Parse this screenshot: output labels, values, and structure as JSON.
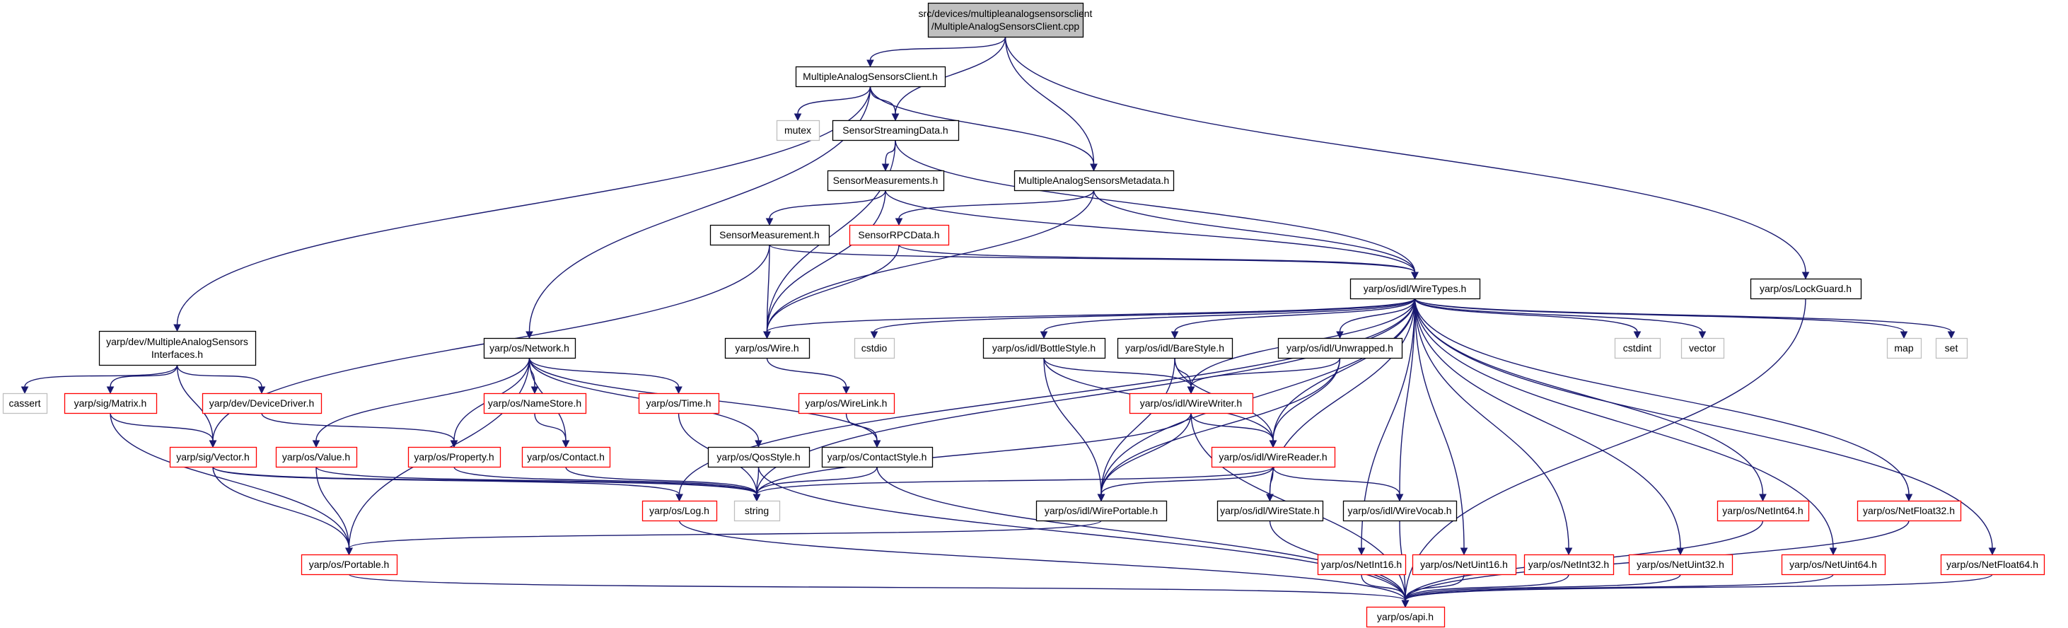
{
  "graph": {
    "nodes": {
      "root": {
        "lines": [
          "src/devices/multipleanalogsensorsclient",
          "/MultipleAnalogSensorsClient.cpp"
        ],
        "style": "root"
      },
      "masc_h": {
        "lines": [
          "MultipleAnalogSensorsClient.h"
        ],
        "style": "black"
      },
      "mutex": {
        "lines": [
          "mutex"
        ],
        "style": "gray"
      },
      "ssd_h": {
        "lines": [
          "SensorStreamingData.h"
        ],
        "style": "black"
      },
      "sms_h": {
        "lines": [
          "SensorMeasurements.h"
        ],
        "style": "black"
      },
      "masm_h": {
        "lines": [
          "MultipleAnalogSensorsMetadata.h"
        ],
        "style": "black"
      },
      "sm_h": {
        "lines": [
          "SensorMeasurement.h"
        ],
        "style": "black"
      },
      "srpc_h": {
        "lines": [
          "SensorRPCData.h"
        ],
        "style": "red"
      },
      "wiretypes_h": {
        "lines": [
          "yarp/os/idl/WireTypes.h"
        ],
        "style": "black"
      },
      "lockguard_h": {
        "lines": [
          "yarp/os/LockGuard.h"
        ],
        "style": "black"
      },
      "masi_h": {
        "lines": [
          "yarp/dev/MultipleAnalogSensors",
          "Interfaces.h"
        ],
        "style": "black"
      },
      "network_h": {
        "lines": [
          "yarp/os/Network.h"
        ],
        "style": "black"
      },
      "wire_h": {
        "lines": [
          "yarp/os/Wire.h"
        ],
        "style": "black"
      },
      "cstdio": {
        "lines": [
          "cstdio"
        ],
        "style": "gray"
      },
      "bottlestyle_h": {
        "lines": [
          "yarp/os/idl/BottleStyle.h"
        ],
        "style": "black"
      },
      "barestyle_h": {
        "lines": [
          "yarp/os/idl/BareStyle.h"
        ],
        "style": "black"
      },
      "unwrapped_h": {
        "lines": [
          "yarp/os/idl/Unwrapped.h"
        ],
        "style": "black"
      },
      "cstdint": {
        "lines": [
          "cstdint"
        ],
        "style": "gray"
      },
      "vector": {
        "lines": [
          "vector"
        ],
        "style": "gray"
      },
      "map": {
        "lines": [
          "map"
        ],
        "style": "gray"
      },
      "set": {
        "lines": [
          "set"
        ],
        "style": "gray"
      },
      "cassert": {
        "lines": [
          "cassert"
        ],
        "style": "gray"
      },
      "matrix_h": {
        "lines": [
          "yarp/sig/Matrix.h"
        ],
        "style": "red"
      },
      "devicedriver_h": {
        "lines": [
          "yarp/dev/DeviceDriver.h"
        ],
        "style": "red"
      },
      "namestore_h": {
        "lines": [
          "yarp/os/NameStore.h"
        ],
        "style": "red"
      },
      "time_h": {
        "lines": [
          "yarp/os/Time.h"
        ],
        "style": "red"
      },
      "wirelink_h": {
        "lines": [
          "yarp/os/WireLink.h"
        ],
        "style": "red"
      },
      "wirewriter_h": {
        "lines": [
          "yarp/os/idl/WireWriter.h"
        ],
        "style": "red"
      },
      "sigvector_h": {
        "lines": [
          "yarp/sig/Vector.h"
        ],
        "style": "red"
      },
      "value_h": {
        "lines": [
          "yarp/os/Value.h"
        ],
        "style": "red"
      },
      "property_h": {
        "lines": [
          "yarp/os/Property.h"
        ],
        "style": "red"
      },
      "contact_h": {
        "lines": [
          "yarp/os/Contact.h"
        ],
        "style": "red"
      },
      "qosstyle_h": {
        "lines": [
          "yarp/os/QosStyle.h"
        ],
        "style": "black"
      },
      "contactstyle_h": {
        "lines": [
          "yarp/os/ContactStyle.h"
        ],
        "style": "black"
      },
      "wirereader_h": {
        "lines": [
          "yarp/os/idl/WireReader.h"
        ],
        "style": "red"
      },
      "log_h": {
        "lines": [
          "yarp/os/Log.h"
        ],
        "style": "red"
      },
      "string": {
        "lines": [
          "string"
        ],
        "style": "gray"
      },
      "wireportable_h": {
        "lines": [
          "yarp/os/idl/WirePortable.h"
        ],
        "style": "black"
      },
      "wirestate_h": {
        "lines": [
          "yarp/os/idl/WireState.h"
        ],
        "style": "black"
      },
      "wirevocab_h": {
        "lines": [
          "yarp/os/idl/WireVocab.h"
        ],
        "style": "black"
      },
      "netint64_h": {
        "lines": [
          "yarp/os/NetInt64.h"
        ],
        "style": "red"
      },
      "netfloat32_h": {
        "lines": [
          "yarp/os/NetFloat32.h"
        ],
        "style": "red"
      },
      "portable_h": {
        "lines": [
          "yarp/os/Portable.h"
        ],
        "style": "red"
      },
      "netint16_h": {
        "lines": [
          "yarp/os/NetInt16.h"
        ],
        "style": "red"
      },
      "netuint16_h": {
        "lines": [
          "yarp/os/NetUint16.h"
        ],
        "style": "red"
      },
      "netint32_h": {
        "lines": [
          "yarp/os/NetInt32.h"
        ],
        "style": "red"
      },
      "netuint32_h": {
        "lines": [
          "yarp/os/NetUint32.h"
        ],
        "style": "red"
      },
      "netuint64_h": {
        "lines": [
          "yarp/os/NetUint64.h"
        ],
        "style": "red"
      },
      "netfloat64_h": {
        "lines": [
          "yarp/os/NetFloat64.h"
        ],
        "style": "red"
      },
      "api_h": {
        "lines": [
          "yarp/os/api.h"
        ],
        "style": "red"
      }
    },
    "edges": [
      [
        "root",
        "masc_h"
      ],
      [
        "root",
        "ssd_h"
      ],
      [
        "root",
        "masm_h"
      ],
      [
        "root",
        "lockguard_h"
      ],
      [
        "masc_h",
        "mutex"
      ],
      [
        "masc_h",
        "ssd_h"
      ],
      [
        "masc_h",
        "masm_h"
      ],
      [
        "masc_h",
        "masi_h"
      ],
      [
        "masc_h",
        "network_h"
      ],
      [
        "ssd_h",
        "sms_h"
      ],
      [
        "ssd_h",
        "wiretypes_h"
      ],
      [
        "ssd_h",
        "wire_h"
      ],
      [
        "sms_h",
        "sm_h"
      ],
      [
        "sms_h",
        "wiretypes_h"
      ],
      [
        "sms_h",
        "wire_h"
      ],
      [
        "masm_h",
        "srpc_h"
      ],
      [
        "masm_h",
        "wiretypes_h"
      ],
      [
        "masm_h",
        "wire_h"
      ],
      [
        "sm_h",
        "wiretypes_h"
      ],
      [
        "sm_h",
        "wire_h"
      ],
      [
        "sm_h",
        "sigvector_h"
      ],
      [
        "srpc_h",
        "wiretypes_h"
      ],
      [
        "srpc_h",
        "wire_h"
      ],
      [
        "lockguard_h",
        "api_h"
      ],
      [
        "wiretypes_h",
        "wire_h"
      ],
      [
        "wiretypes_h",
        "cstdio"
      ],
      [
        "wiretypes_h",
        "bottlestyle_h"
      ],
      [
        "wiretypes_h",
        "barestyle_h"
      ],
      [
        "wiretypes_h",
        "unwrapped_h"
      ],
      [
        "wiretypes_h",
        "cstdint"
      ],
      [
        "wiretypes_h",
        "vector"
      ],
      [
        "wiretypes_h",
        "map"
      ],
      [
        "wiretypes_h",
        "set"
      ],
      [
        "wiretypes_h",
        "wirewriter_h"
      ],
      [
        "wiretypes_h",
        "wirereader_h"
      ],
      [
        "wiretypes_h",
        "wireportable_h"
      ],
      [
        "wiretypes_h",
        "wirestate_h"
      ],
      [
        "wiretypes_h",
        "wirevocab_h"
      ],
      [
        "wiretypes_h",
        "string"
      ],
      [
        "wiretypes_h",
        "log_h"
      ],
      [
        "wiretypes_h",
        "netint16_h"
      ],
      [
        "wiretypes_h",
        "netuint16_h"
      ],
      [
        "wiretypes_h",
        "netint32_h"
      ],
      [
        "wiretypes_h",
        "netuint32_h"
      ],
      [
        "wiretypes_h",
        "netint64_h"
      ],
      [
        "wiretypes_h",
        "netuint64_h"
      ],
      [
        "wiretypes_h",
        "netfloat32_h"
      ],
      [
        "wiretypes_h",
        "netfloat64_h"
      ],
      [
        "masi_h",
        "cassert"
      ],
      [
        "masi_h",
        "matrix_h"
      ],
      [
        "masi_h",
        "devicedriver_h"
      ],
      [
        "masi_h",
        "sigvector_h"
      ],
      [
        "network_h",
        "value_h"
      ],
      [
        "network_h",
        "property_h"
      ],
      [
        "network_h",
        "contact_h"
      ],
      [
        "network_h",
        "namestore_h"
      ],
      [
        "network_h",
        "time_h"
      ],
      [
        "network_h",
        "qosstyle_h"
      ],
      [
        "network_h",
        "contactstyle_h"
      ],
      [
        "network_h",
        "portable_h"
      ],
      [
        "wire_h",
        "wirelink_h"
      ],
      [
        "bottlestyle_h",
        "wirewriter_h"
      ],
      [
        "bottlestyle_h",
        "wirereader_h"
      ],
      [
        "bottlestyle_h",
        "wireportable_h"
      ],
      [
        "barestyle_h",
        "wirewriter_h"
      ],
      [
        "barestyle_h",
        "wirereader_h"
      ],
      [
        "barestyle_h",
        "wireportable_h"
      ],
      [
        "unwrapped_h",
        "wirewriter_h"
      ],
      [
        "unwrapped_h",
        "wirereader_h"
      ],
      [
        "unwrapped_h",
        "wireportable_h"
      ],
      [
        "matrix_h",
        "sigvector_h"
      ],
      [
        "matrix_h",
        "portable_h"
      ],
      [
        "devicedriver_h",
        "property_h"
      ],
      [
        "namestore_h",
        "contact_h"
      ],
      [
        "time_h",
        "string"
      ],
      [
        "wirelink_h",
        "contactstyle_h"
      ],
      [
        "wirewriter_h",
        "wirereader_h"
      ],
      [
        "wirewriter_h",
        "wireportable_h"
      ],
      [
        "wirewriter_h",
        "string"
      ],
      [
        "wirewriter_h",
        "api_h"
      ],
      [
        "sigvector_h",
        "portable_h"
      ],
      [
        "sigvector_h",
        "log_h"
      ],
      [
        "sigvector_h",
        "string"
      ],
      [
        "value_h",
        "portable_h"
      ],
      [
        "value_h",
        "string"
      ],
      [
        "property_h",
        "string"
      ],
      [
        "contact_h",
        "string"
      ],
      [
        "qosstyle_h",
        "string"
      ],
      [
        "qosstyle_h",
        "api_h"
      ],
      [
        "contactstyle_h",
        "string"
      ],
      [
        "contactstyle_h",
        "api_h"
      ],
      [
        "wirereader_h",
        "wireportable_h"
      ],
      [
        "wirereader_h",
        "wirestate_h"
      ],
      [
        "wirereader_h",
        "wirevocab_h"
      ],
      [
        "wirereader_h",
        "string"
      ],
      [
        "log_h",
        "api_h"
      ],
      [
        "wireportable_h",
        "portable_h"
      ],
      [
        "wirestate_h",
        "api_h"
      ],
      [
        "wirevocab_h",
        "api_h"
      ],
      [
        "netint64_h",
        "api_h"
      ],
      [
        "netfloat32_h",
        "api_h"
      ],
      [
        "portable_h",
        "api_h"
      ],
      [
        "netint16_h",
        "api_h"
      ],
      [
        "netuint16_h",
        "api_h"
      ],
      [
        "netint32_h",
        "api_h"
      ],
      [
        "netuint32_h",
        "api_h"
      ],
      [
        "netuint64_h",
        "api_h"
      ],
      [
        "netfloat64_h",
        "api_h"
      ]
    ]
  },
  "colors": {
    "edge": "#191970",
    "root_fill": "#bfbfbf",
    "box_border": "#000000",
    "red_border": "#ff0000",
    "gray_border": "#bfbfbf",
    "text": "#000000"
  }
}
